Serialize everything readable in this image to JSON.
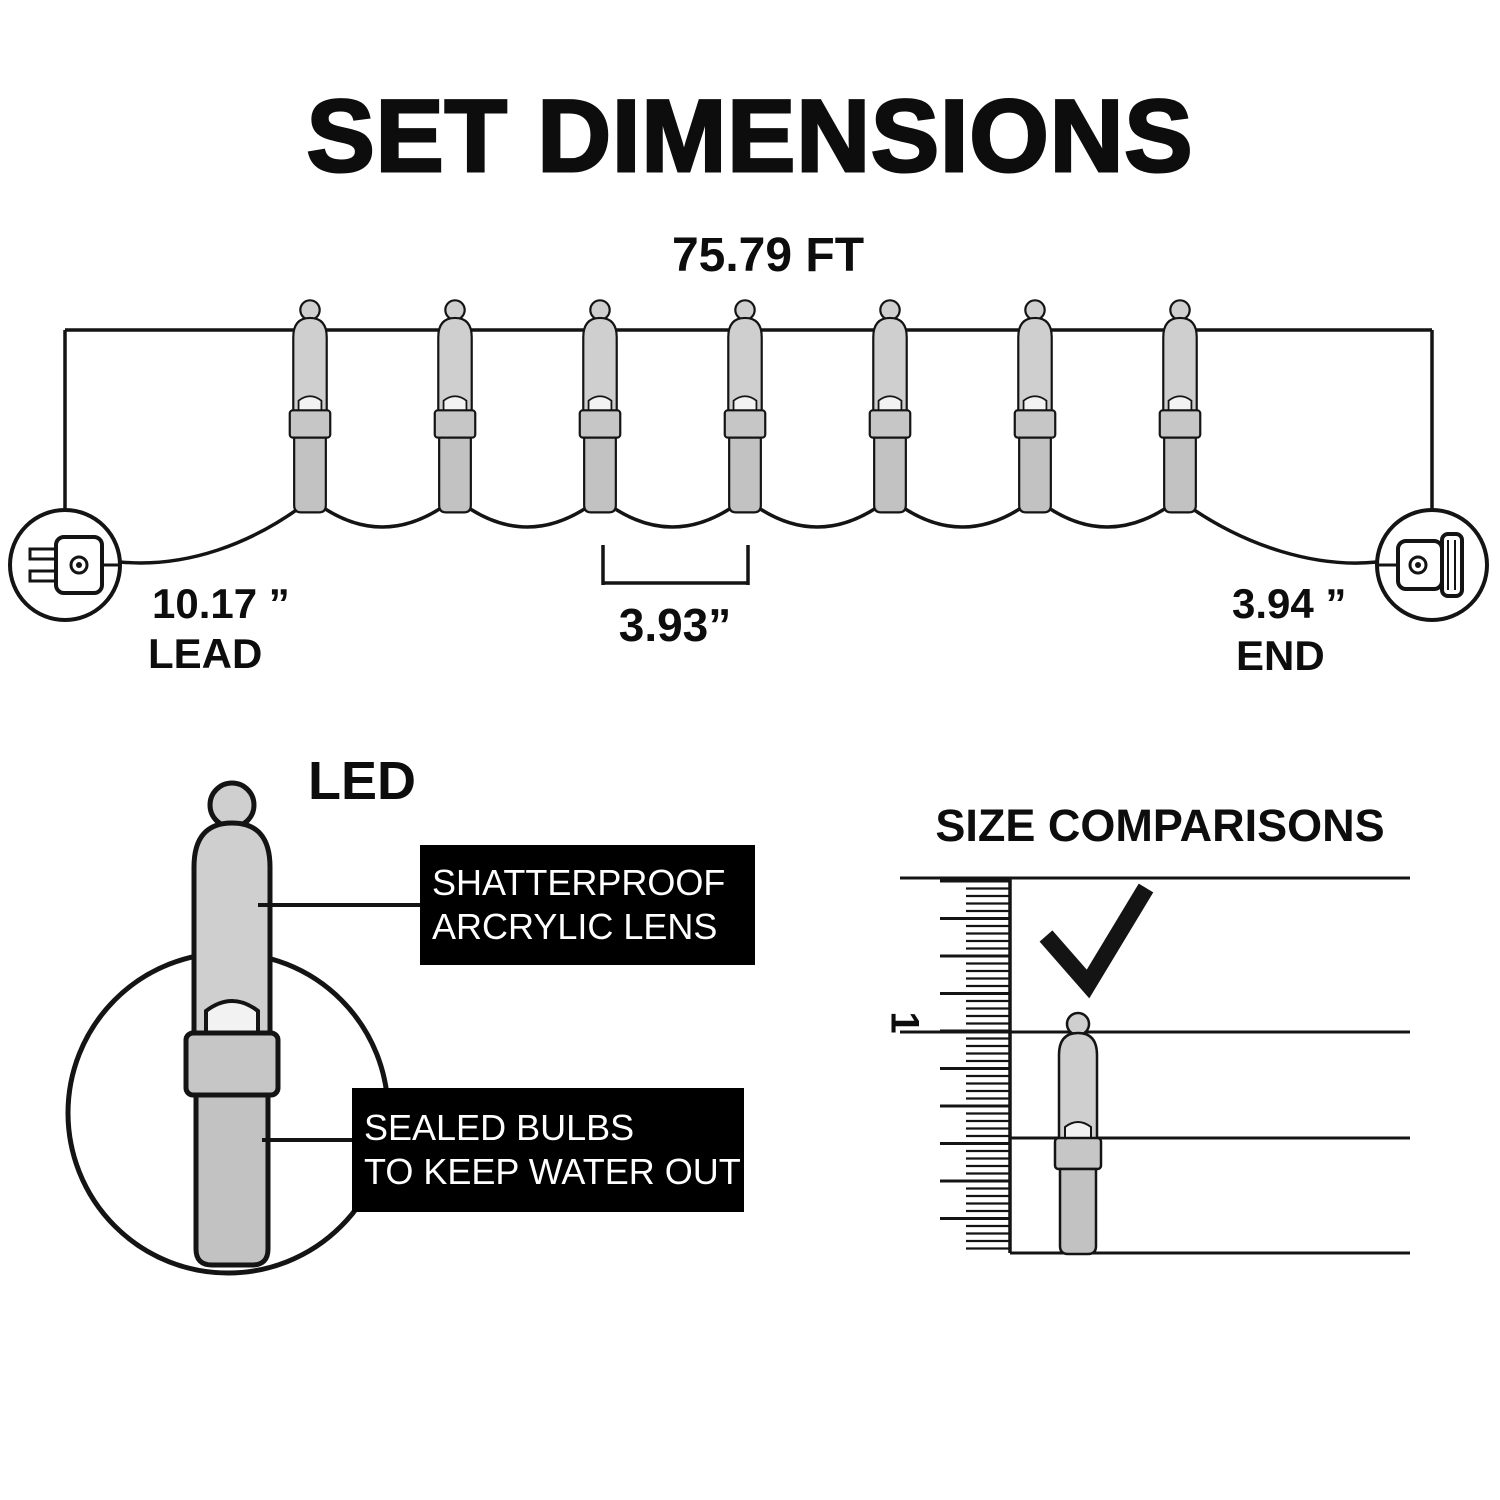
{
  "title": "SET DIMENSIONS",
  "string_set": {
    "total_length": "75.79 FT",
    "lead": {
      "value": "10.17 ”",
      "label": "LEAD"
    },
    "bulb_spacing": "3.93”",
    "end": {
      "value": "3.94 ”",
      "label": "END"
    },
    "bulb_count": 7
  },
  "led_detail": {
    "label": "LED",
    "callouts": [
      {
        "line1": "SHATTERPROOF",
        "line2": "ARCRYLIC LENS"
      },
      {
        "line1": "SEALED BULBS",
        "line2": "TO KEEP WATER OUT"
      }
    ]
  },
  "size_comparison": {
    "title": "SIZE COMPARISONS",
    "ruler_mark": "1"
  },
  "colors": {
    "background": "#ffffff",
    "outline": "#141414",
    "bulb_fill": "#cfcfcf",
    "callout_bg": "#000000",
    "callout_text": "#ffffff"
  }
}
